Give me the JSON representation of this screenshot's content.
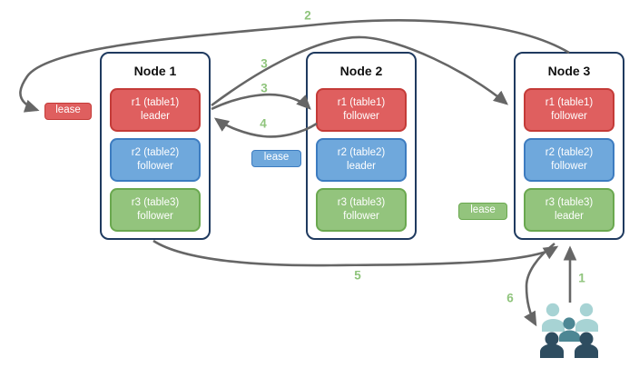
{
  "colors": {
    "node-border": "#1F3A5F",
    "arrow": "#666666",
    "step-label": "#8FC47C",
    "red-fill": "#DF5F5F",
    "red-stroke": "#C43B38",
    "blue-fill": "#6FA8DC",
    "blue-stroke": "#3D7CC0",
    "green-fill": "#93C47D",
    "green-stroke": "#6AA84F",
    "people-light": "#A7D3D4",
    "people-mid": "#4D8794",
    "people-dark": "#2E4D60"
  },
  "nodes": [
    {
      "title": "Node 1",
      "replicas": [
        {
          "name": "r1 (table1)",
          "role": "leader",
          "color": "red"
        },
        {
          "name": "r2 (table2)",
          "role": "follower",
          "color": "blue"
        },
        {
          "name": "r3 (table3)",
          "role": "follower",
          "color": "green"
        }
      ]
    },
    {
      "title": "Node 2",
      "replicas": [
        {
          "name": "r1 (table1)",
          "role": "follower",
          "color": "red"
        },
        {
          "name": "r2 (table2)",
          "role": "leader",
          "color": "blue"
        },
        {
          "name": "r3 (table3)",
          "role": "follower",
          "color": "green"
        }
      ]
    },
    {
      "title": "Node 3",
      "replicas": [
        {
          "name": "r1 (table1)",
          "role": "follower",
          "color": "red"
        },
        {
          "name": "r2 (table2)",
          "role": "follower",
          "color": "blue"
        },
        {
          "name": "r3 (table3)",
          "role": "leader",
          "color": "green"
        }
      ]
    }
  ],
  "leases": [
    {
      "label": "lease",
      "color": "red"
    },
    {
      "label": "lease",
      "color": "blue"
    },
    {
      "label": "lease",
      "color": "green"
    }
  ],
  "steps": {
    "s1": "1",
    "s2": "2",
    "s3a": "3",
    "s3b": "3",
    "s4": "4",
    "s5": "5",
    "s6": "6"
  }
}
